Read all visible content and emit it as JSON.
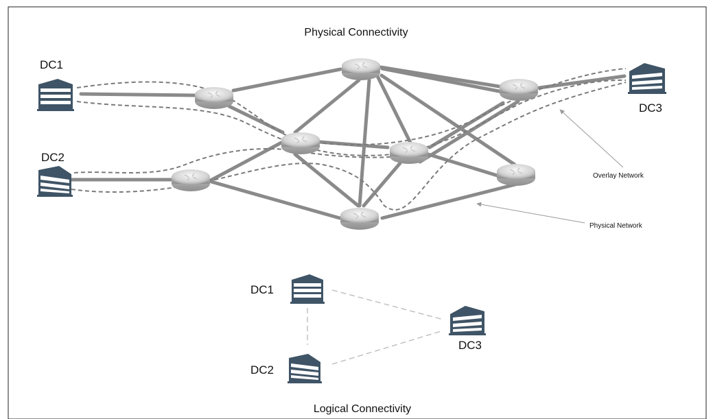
{
  "physical": {
    "title": "Physical Connectivity",
    "datacenters": [
      {
        "label": "DC1"
      },
      {
        "label": "DC2"
      },
      {
        "label": "DC3"
      }
    ],
    "annotations": {
      "overlay": "Overlay Network",
      "physical": "Physical Network"
    }
  },
  "logical": {
    "title": "Logical Connectivity",
    "datacenters": [
      {
        "label": "DC1"
      },
      {
        "label": "DC2"
      },
      {
        "label": "DC3"
      }
    ]
  },
  "icons": {
    "datacenter": "datacenter-building-icon",
    "router": "router-icon"
  },
  "colors": {
    "building": "#3f5466",
    "physical_link": "#8a8a8a",
    "overlay_link": "#7a7a7a",
    "logical_link": "#bdbdbd",
    "router_body": "#d8d8d8"
  }
}
